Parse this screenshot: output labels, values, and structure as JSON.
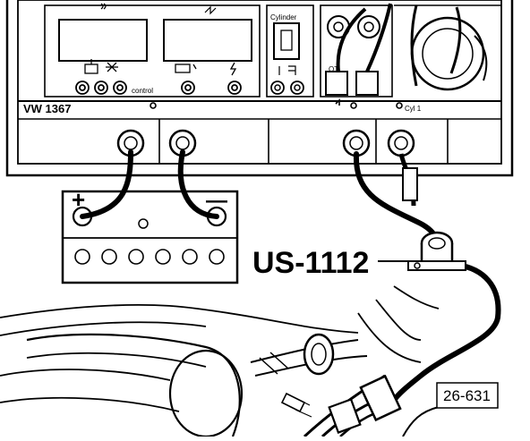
{
  "tester": {
    "model": "VW 1367",
    "cylinder_label": "Cylinder",
    "control_label": "control",
    "cyl1_label": "Cyl 1",
    "ot_label": "OT"
  },
  "battery": {
    "positive_symbol": "+",
    "negative_symbol": "—"
  },
  "callout": {
    "tool": "US-1112"
  },
  "figure": {
    "number": "26-631"
  }
}
